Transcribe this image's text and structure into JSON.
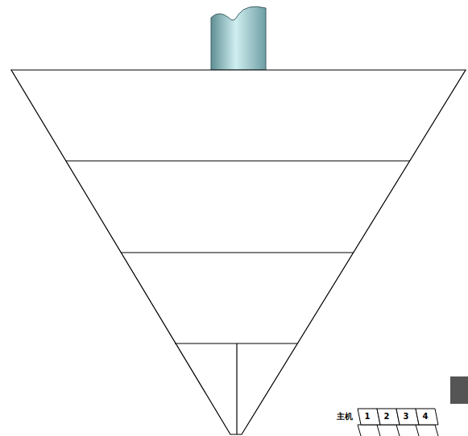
{
  "diagram": {
    "nodes": [
      {
        "text": [
          "1"
        ]
      },
      {
        "text": [
          "2"
        ]
      },
      {
        "text": [
          "3"
        ]
      },
      {
        "text": [
          "4"
        ]
      }
    ],
    "labels": [
      "主机"
    ]
  }
}
